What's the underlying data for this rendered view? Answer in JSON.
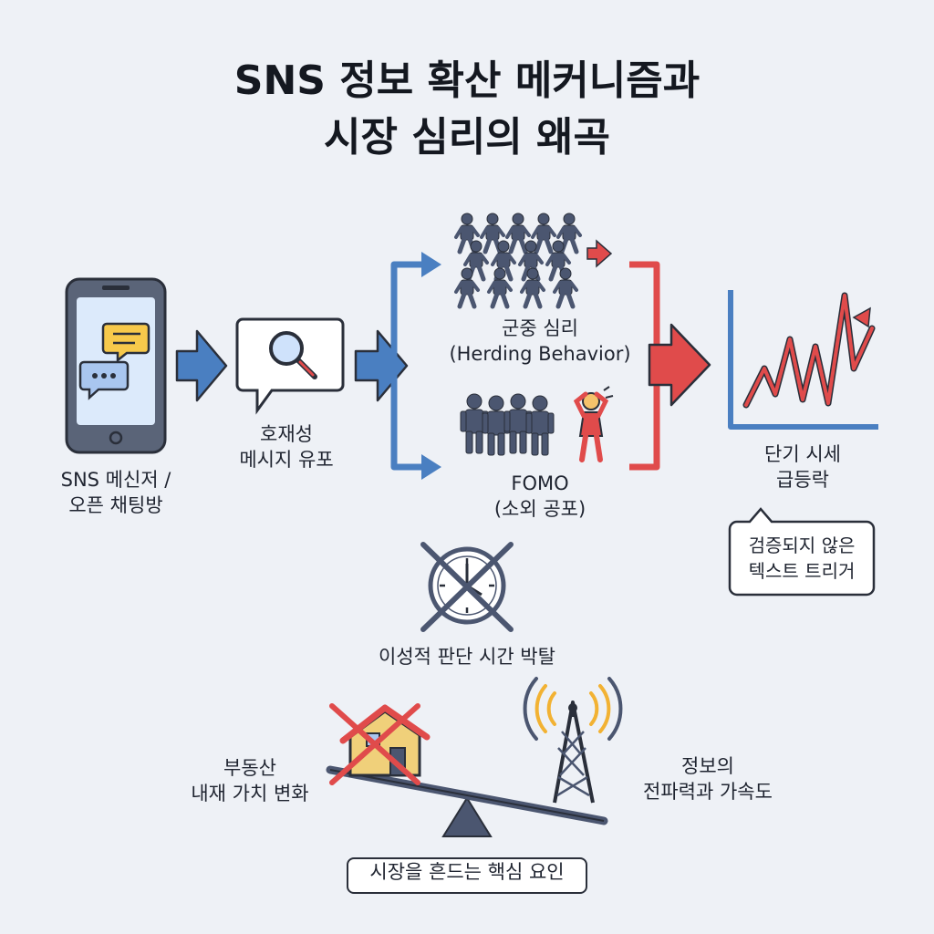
{
  "title": {
    "line1": "SNS 정보 확산 메커니즘과",
    "line2": "시장 심리의 왜곡"
  },
  "nodes": {
    "source": {
      "line1": "SNS 메신저 /",
      "line2": "오픈 채팅방",
      "icon": "smartphone-chat-icon"
    },
    "message": {
      "line1": "호재성",
      "line2": "메시지 유포",
      "icon": "magnifier-speech-bubble-icon"
    },
    "herding": {
      "line1": "군중 심리",
      "line2": "(Herding Behavior)",
      "icon": "crowd-marching-icon"
    },
    "fomo": {
      "line1": "FOMO",
      "line2": "(소외 공포)",
      "icon": "anxious-person-icon"
    },
    "price": {
      "line1": "단기 시세",
      "line2": "급등락",
      "icon": "volatile-line-chart-icon"
    },
    "trigger": {
      "line1": "검증되지 않은",
      "line2": "텍스트 트리거"
    },
    "time": {
      "label": "이성적 판단 시간 박탈",
      "icon": "crossed-clock-icon"
    },
    "intrinsic": {
      "line1": "부동산",
      "line2": "내재 가치 변화",
      "icon": "crossed-house-icon"
    },
    "spread": {
      "line1": "정보의",
      "line2": "전파력과 가속도",
      "icon": "broadcast-tower-icon"
    },
    "core": {
      "label": "시장을 흔드는 핵심 요인",
      "icon": "seesaw-balance-icon"
    }
  },
  "colors": {
    "blue_arrow": "#4a7fc1",
    "red_arrow": "#e04b4b",
    "dark": "#2a2f3a",
    "slate": "#4b5670",
    "chat_yellow": "#f7c94b",
    "chat_blue": "#dceafb"
  }
}
